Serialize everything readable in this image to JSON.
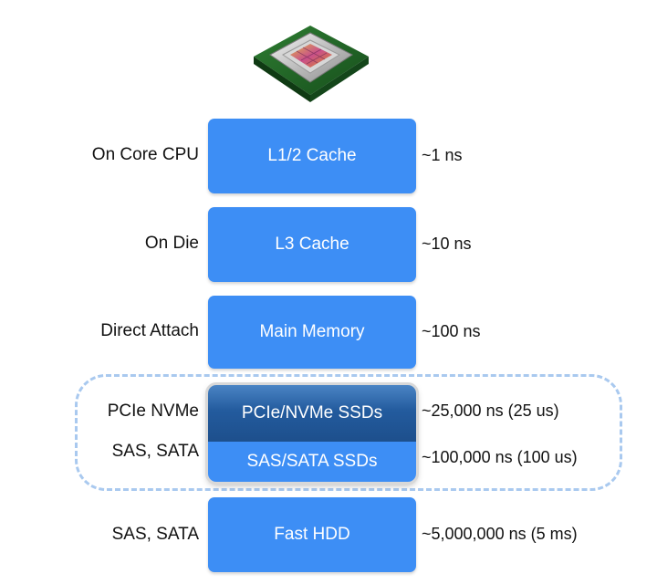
{
  "tiers": [
    {
      "location": "On Core CPU",
      "name": "L1/2 Cache",
      "latency": "~1 ns"
    },
    {
      "location": "On Die",
      "name": "L3 Cache",
      "latency": "~10 ns"
    },
    {
      "location": "Direct Attach",
      "name": "Main Memory",
      "latency": "~100 ns"
    },
    {
      "location": "PCIe NVMe",
      "name": "PCIe/NVMe SSDs",
      "latency": "~25,000 ns  (25 us)"
    },
    {
      "location": "SAS, SATA",
      "name": "SAS/SATA SSDs",
      "latency": "~100,000 ns  (100 us)"
    },
    {
      "location": "SAS, SATA",
      "name": "Fast HDD",
      "latency": "~5,000,000 ns  (5 ms)"
    }
  ],
  "colors": {
    "tier_box": "#3d8ef5",
    "nvme_box": "#235b9e",
    "dashed_group": "#a9c9ef"
  },
  "icons": {
    "header": "cpu-processor-icon"
  }
}
